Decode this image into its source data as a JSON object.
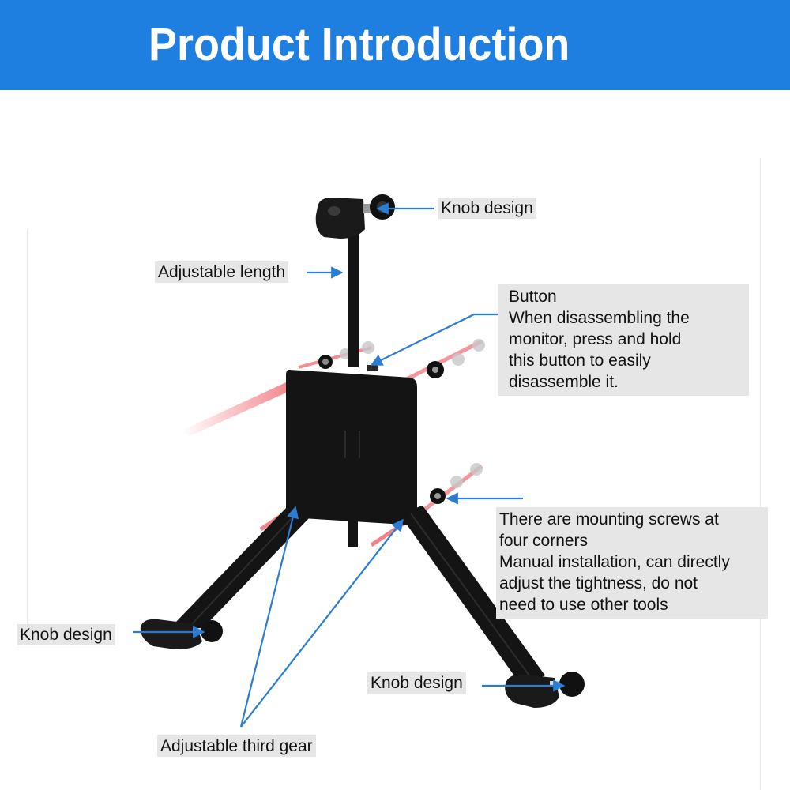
{
  "banner": {
    "title": "Product Introduction",
    "background_color": "#1e7fe0",
    "text_color": "#ffffff"
  },
  "diagram": {
    "subject": "monitor stand / VESA mount with three adjustable arms",
    "arrow_color": "#2b7cd3",
    "label_background": "#e6e6e6",
    "product_color": "#141414",
    "guide_color": "#e8323c"
  },
  "callouts": {
    "knob_top": {
      "text": "Knob design"
    },
    "adjustable_length": {
      "text": "Adjustable length"
    },
    "button": {
      "title": "Button",
      "lines": [
        "When disassembling the",
        "monitor, press and hold",
        "this button to easily",
        "disassemble it."
      ]
    },
    "mounting_screws": {
      "lines": [
        "There are mounting screws at",
        "four corners",
        "Manual installation, can directly",
        "adjust the tightness, do not",
        "need to use other tools"
      ]
    },
    "knob_left": {
      "text": "Knob design"
    },
    "knob_right": {
      "text": "Knob design"
    },
    "third_gear": {
      "text": "Adjustable third gear"
    }
  }
}
